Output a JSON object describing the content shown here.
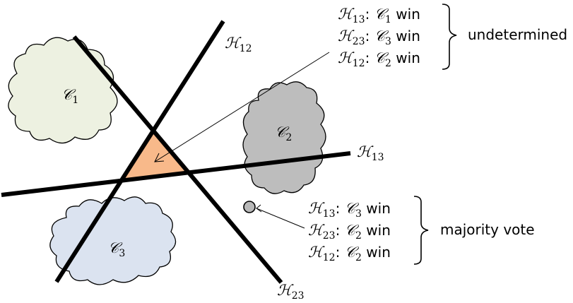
{
  "colors": {
    "cluster_1": "#edf1e1",
    "cluster_2": "#bdbdbd",
    "cluster_3": "#dbe3f0",
    "region": "#f8b98a",
    "point": "#b8b8b8",
    "line": "#000000"
  },
  "clusters": [
    {
      "name": "C",
      "sub": "1"
    },
    {
      "name": "C",
      "sub": "2"
    },
    {
      "name": "C",
      "sub": "3"
    }
  ],
  "hyperplanes": [
    {
      "name": "H",
      "sub": "12"
    },
    {
      "name": "H",
      "sub": "13"
    },
    {
      "name": "H",
      "sub": "23"
    }
  ],
  "annotations": {
    "undetermined": {
      "label": "undetermined",
      "rows": [
        {
          "h": "H",
          "h_sub": "13",
          "c": "C",
          "c_sub": "1",
          "verdict": "win"
        },
        {
          "h": "H",
          "h_sub": "23",
          "c": "C",
          "c_sub": "3",
          "verdict": "win"
        },
        {
          "h": "H",
          "h_sub": "12",
          "c": "C",
          "c_sub": "2",
          "verdict": "win"
        }
      ]
    },
    "majority": {
      "label": "majority vote",
      "rows": [
        {
          "h": "H",
          "h_sub": "13",
          "c": "C",
          "c_sub": "3",
          "verdict": "win"
        },
        {
          "h": "H",
          "h_sub": "23",
          "c": "C",
          "c_sub": "2",
          "verdict": "win"
        },
        {
          "h": "H",
          "h_sub": "12",
          "c": "C",
          "c_sub": "2",
          "verdict": "win"
        }
      ]
    }
  }
}
